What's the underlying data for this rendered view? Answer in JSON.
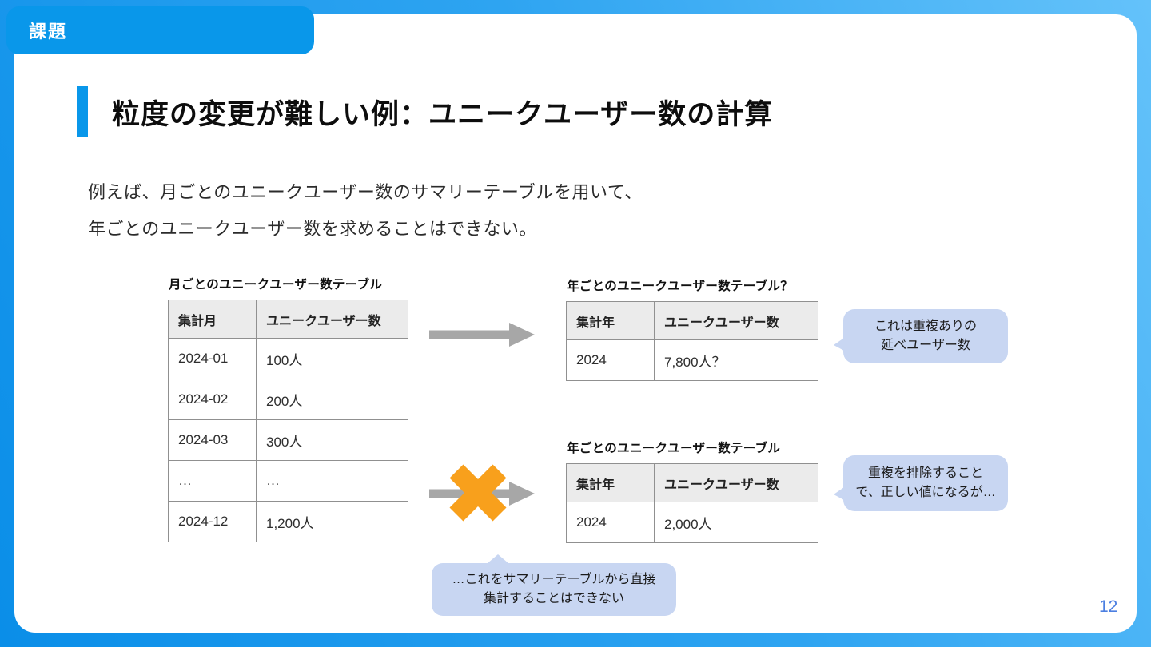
{
  "slide": {
    "tab_label": "課題",
    "title": "粒度の変更が難しい例：ユニークユーザー数の計算",
    "body_line1": "例えば、月ごとのユニークユーザー数のサマリーテーブルを用いて、",
    "body_line2": "年ごとのユニークユーザー数を求めることはできない。",
    "page_number": "12"
  },
  "monthly_table": {
    "title": "月ごとのユニークユーザー数テーブル",
    "headers": [
      "集計月",
      "ユニークユーザー数"
    ],
    "rows": [
      [
        "2024-01",
        "100人"
      ],
      [
        "2024-02",
        "200人"
      ],
      [
        "2024-03",
        "300人"
      ],
      [
        "…",
        "…"
      ],
      [
        "2024-12",
        "1,200人"
      ]
    ]
  },
  "yearly_table_question": {
    "title": "年ごとのユニークユーザー数テーブル？",
    "headers": [
      "集計年",
      "ユニークユーザー数"
    ],
    "rows": [
      [
        "2024",
        "7,800人？"
      ]
    ]
  },
  "yearly_table_correct": {
    "title": "年ごとのユニークユーザー数テーブル",
    "headers": [
      "集計年",
      "ユニークユーザー数"
    ],
    "rows": [
      [
        "2024",
        "2,000人"
      ]
    ]
  },
  "bubbles": {
    "duplicate_note_line1": "これは重複ありの",
    "duplicate_note_line2": "延べユーザー数",
    "dedupe_note_line1": "重複を排除すること",
    "dedupe_note_line2": "で、正しい値になるが…",
    "cannot_note_line1": "…これをサマリーテーブルから直接",
    "cannot_note_line2": "集計することはできない"
  },
  "colors": {
    "accent_blue": "#0997ea",
    "bg_gradient_start": "#0a8ee8",
    "bg_gradient_end": "#64c2fa",
    "arrow_gray": "#a7a7a7",
    "cross_orange": "#f8a01c",
    "bubble_fill": "#c8d6f2",
    "table_header_bg": "#ebebeb",
    "table_border": "#909090",
    "page_number_color": "#4c7fe1"
  }
}
